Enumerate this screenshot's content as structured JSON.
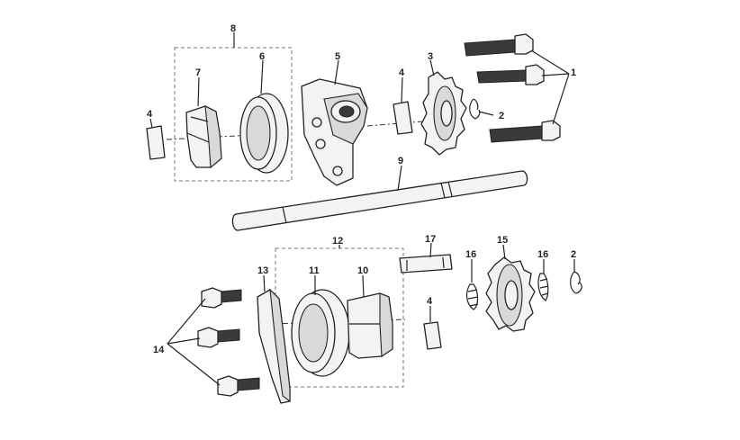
{
  "callouts": {
    "n1": "1",
    "n2_top": "2",
    "n2_bottom": "2",
    "n3": "3",
    "n4_left": "4",
    "n4_mid": "4",
    "n4_bottom": "4",
    "n5": "5",
    "n6": "6",
    "n7": "7",
    "n8": "8",
    "n9": "9",
    "n10": "10",
    "n11": "11",
    "n12": "12",
    "n13": "13",
    "n14": "14",
    "n15": "15",
    "n16_left": "16",
    "n16_right": "16",
    "n17": "17"
  },
  "colors": {
    "line": "#222222",
    "fill": "#f3f3f3",
    "shade": "#d9d9d9",
    "box": "#777777"
  }
}
